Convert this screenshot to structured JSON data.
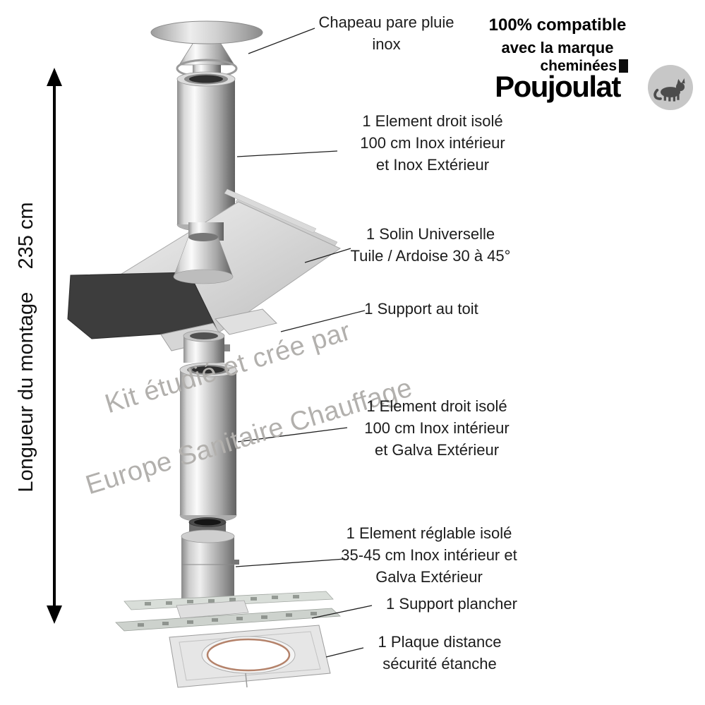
{
  "measure": {
    "label": "Longueur du montage    235 cm"
  },
  "compat": {
    "line1": "100% compatible",
    "line2": "avec la marque",
    "brand_sub": "cheminées",
    "brand_name": "Poujoulat",
    "brand_icon": "cat-silhouette-icon"
  },
  "watermark": {
    "line1": "Kit étudié et crée par",
    "line2": "Europe Sanitaire Chauffage"
  },
  "colors": {
    "text": "#1c1c1c",
    "watermark_gray": "#b2b0ad",
    "logo_black": "#0d0d0d",
    "badge_gray": "#c7c7c7",
    "gasket_ring": "#b4826a"
  },
  "parts": [
    {
      "id": "rain-cap",
      "lines": [
        "Chapeau pare pluie",
        "inox"
      ]
    },
    {
      "id": "straight-element-inox",
      "lines": [
        "1 Element droit isolé",
        "100 cm Inox intérieur",
        "et Inox Extérieur"
      ]
    },
    {
      "id": "flashing",
      "lines": [
        "1 Solin Universelle",
        "Tuile / Ardoise 30 à 45°"
      ]
    },
    {
      "id": "roof-support",
      "lines": [
        "1 Support au toit"
      ]
    },
    {
      "id": "straight-element-galva",
      "lines": [
        "1 Element droit isolé",
        "100 cm Inox intérieur",
        "et Galva Extérieur"
      ]
    },
    {
      "id": "adjustable-element",
      "lines": [
        "1 Element réglable isolé",
        "35-45 cm Inox intérieur et",
        "Galva Extérieur"
      ]
    },
    {
      "id": "floor-support",
      "lines": [
        "1 Support plancher"
      ]
    },
    {
      "id": "distance-plate",
      "lines": [
        "1 Plaque distance",
        "sécurité étanche"
      ]
    }
  ]
}
